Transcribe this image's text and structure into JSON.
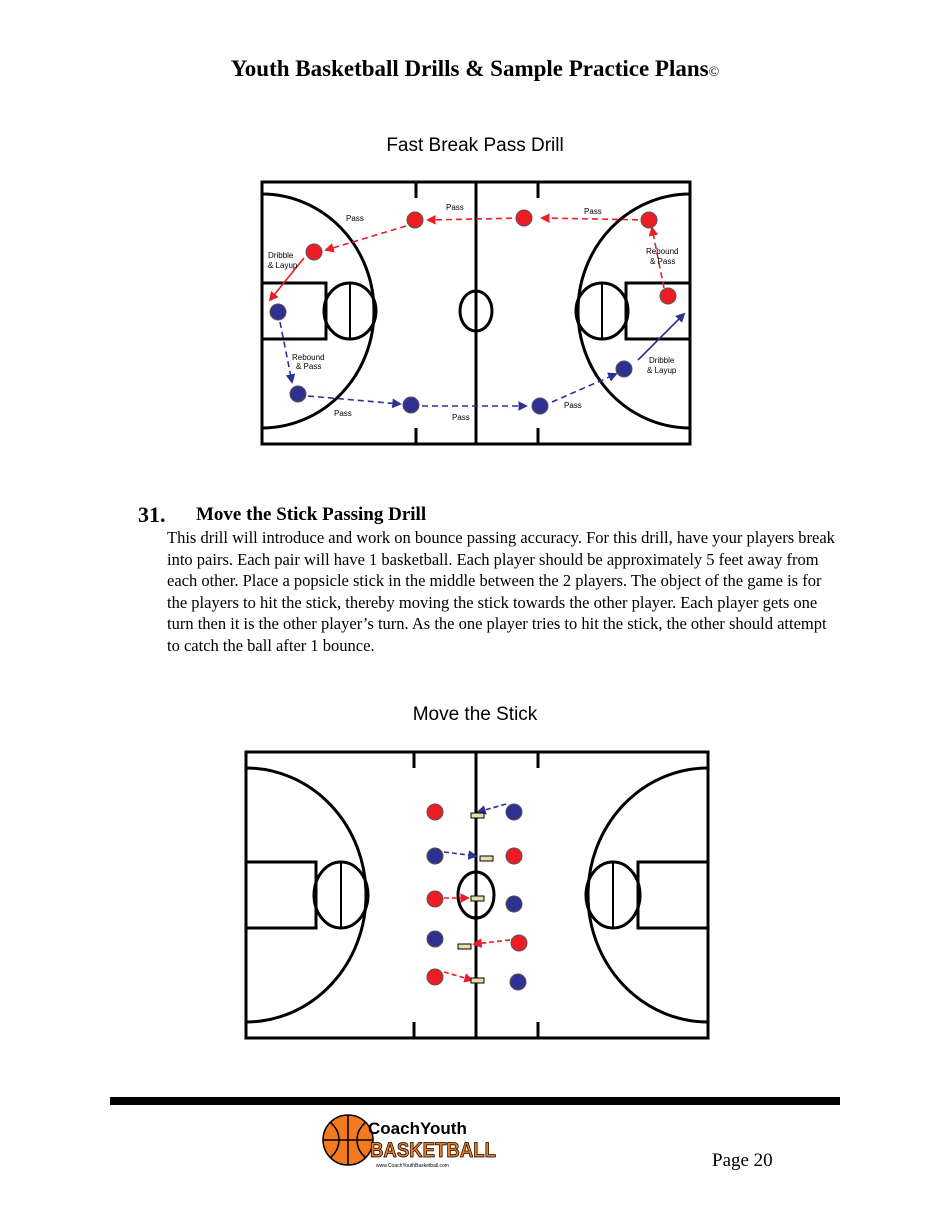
{
  "document": {
    "title": "Youth Basketball Drills & Sample Practice Plans",
    "copyright_mark": "©",
    "page_label": "Page 20"
  },
  "figure1": {
    "title": "Fast Break Pass Drill",
    "labels": {
      "pass_top_left": "Pass",
      "pass_top_mid": "Pass",
      "pass_top_right": "Pass",
      "dribble_left_1": "Dribble",
      "dribble_left_2": "& Layup",
      "rebound_right_1": "Rebound",
      "rebound_right_2": "& Pass",
      "rebound_left_1": "Rebound",
      "rebound_left_2": "& Pass",
      "dribble_right_1": "Dribble",
      "dribble_right_2": "& Layup",
      "pass_bottom_left": "Pass",
      "pass_bottom_mid": "Pass",
      "pass_bottom_right": "Pass"
    }
  },
  "section": {
    "number": "31.",
    "title": "Move the Stick Passing Drill",
    "body": "This drill will introduce and work on bounce passing accuracy.  For this drill, have your players break into pairs.  Each pair will have 1 basketball.  Each player should be approximately 5 feet away from each other.  Place a popsicle stick in the middle between the 2 players.  The object of the game is for the players to hit the stick, thereby moving the stick towards the other player.  Each player gets one turn then it is the other player’s turn.  As the one player tries to hit the stick, the other should attempt to catch the ball after 1 bounce."
  },
  "figure2": {
    "title": "Move the Stick"
  },
  "logo": {
    "line1": "CoachYouth",
    "line2": "BASKETBALL",
    "url": "www.CoachYouthBasketball.com"
  },
  "colors": {
    "red_player": "#ee1c24",
    "blue_player": "#2e3192",
    "stick": "#e6e0a8",
    "logo_orange": "#f47a20"
  }
}
